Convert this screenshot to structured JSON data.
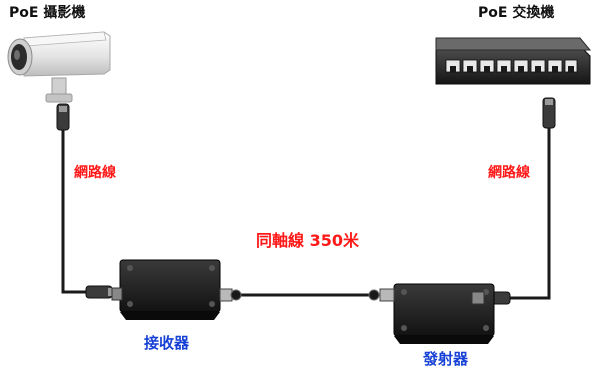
{
  "labels": {
    "camera": "PoE 攝影機",
    "switch": "PoE 交換機",
    "cable_left": "網路線",
    "cable_right": "網路線",
    "coax": "同軸線 350米",
    "receiver": "接收器",
    "transmitter": "發射器"
  },
  "colors": {
    "cable_label": "#ff1a1a",
    "device_label": "#1640d6",
    "title": "#111111",
    "device_body": "#1b1b1b",
    "cable": "#1a1a1a"
  },
  "icons": [
    "camera-icon",
    "switch-icon",
    "receiver-icon",
    "transmitter-icon",
    "rj45-connector-icon",
    "bnc-connector-icon"
  ]
}
